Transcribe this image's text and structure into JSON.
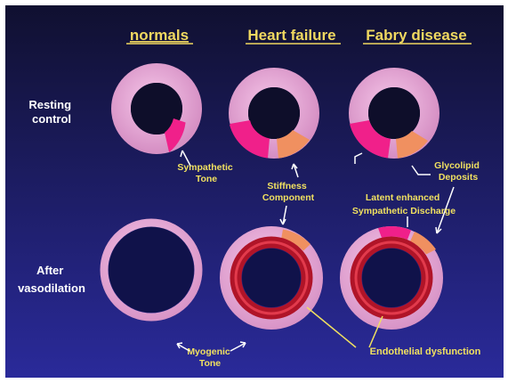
{
  "colors": {
    "bg_top": "#101030",
    "bg_bottom": "#2a2a9a",
    "column_heading": "#f0d860",
    "row_label": "#ffffff",
    "annotation": "#f0e060",
    "ring_light": "#f0b8e0",
    "ring_mid": "#e090c8",
    "sympathetic_segment": "#f0208a",
    "stiffness_segment": "#f09060",
    "endothelial_ring": "#c01830",
    "arrow": "#ffffff"
  },
  "columns": [
    "normals",
    "Heart failure",
    "Fabry disease"
  ],
  "rows": [
    "Resting control",
    "After vasodilation"
  ],
  "annotations": {
    "sympathetic_tone": [
      "Sympathetic",
      "Tone"
    ],
    "stiffness_component": [
      "Stiffness",
      "Component"
    ],
    "glycolipid_deposits": [
      "Glycolipid",
      "Deposits"
    ],
    "latent_enhanced": [
      "Latent enhanced",
      "Sympathetic Discharge"
    ],
    "myogenic_tone": [
      "Myogenic",
      "Tone"
    ],
    "endothelial_dysfunction": "Endothelial dysfunction"
  }
}
